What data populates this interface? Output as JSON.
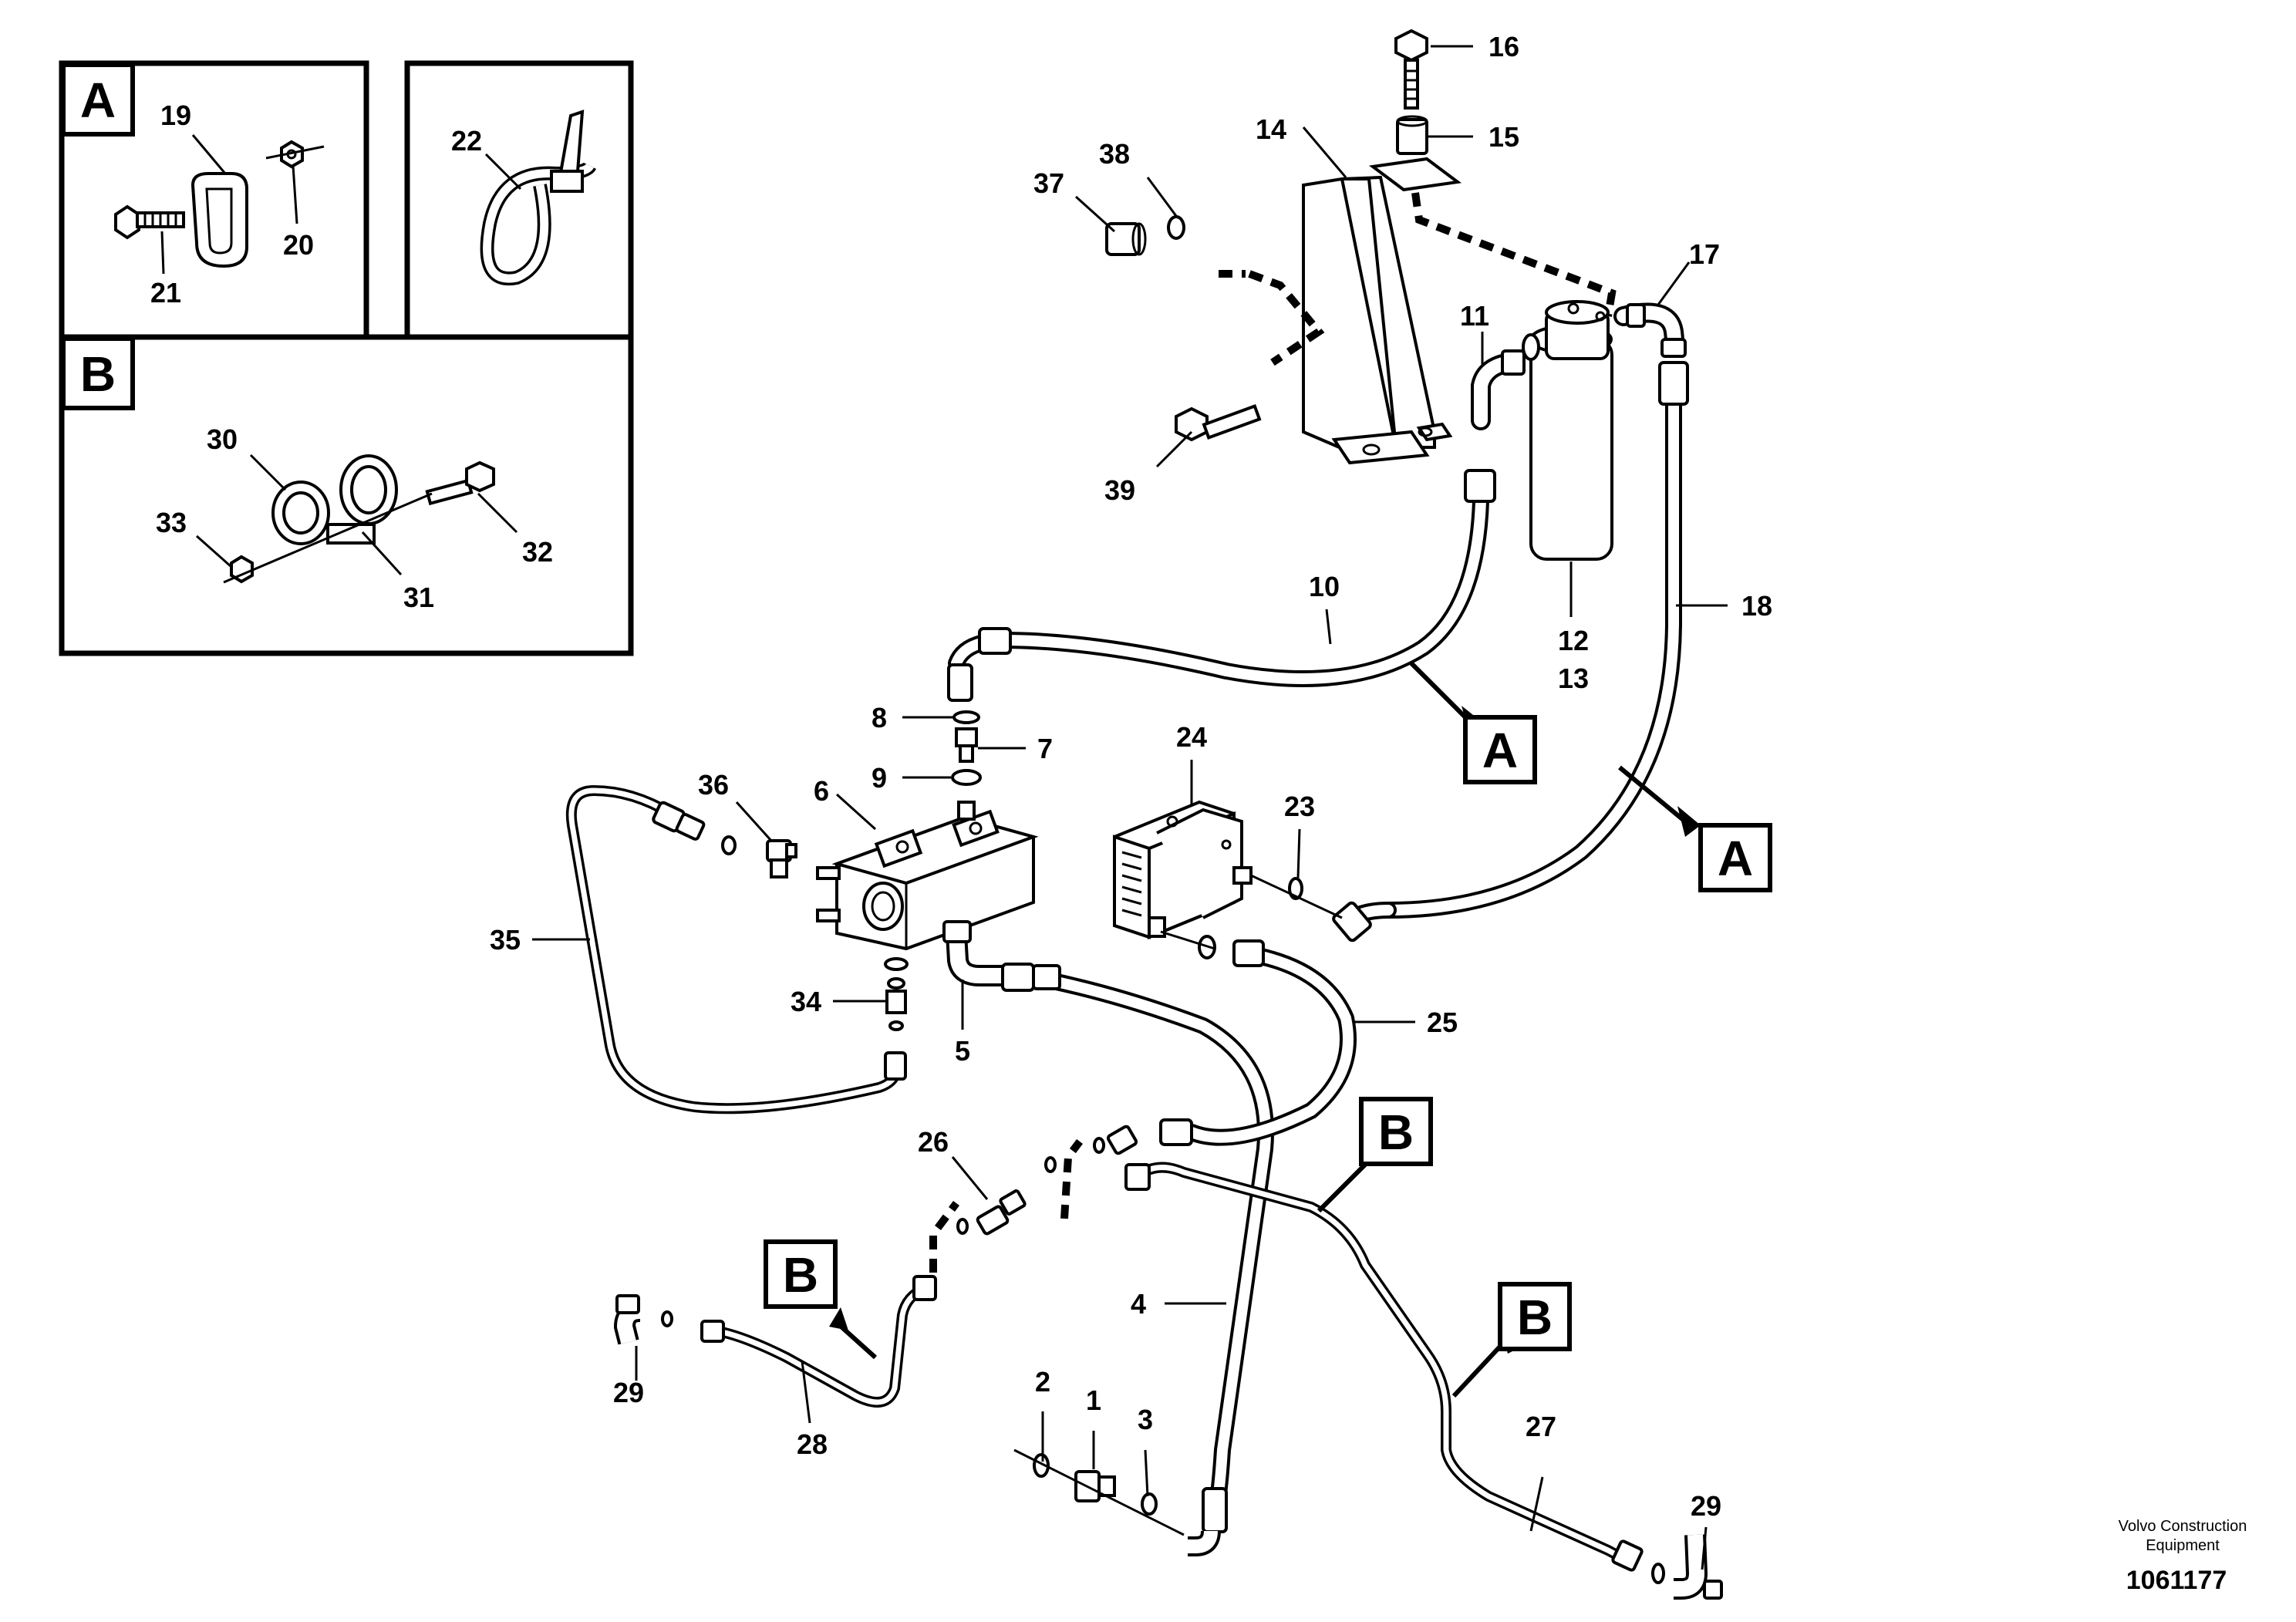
{
  "diagram": {
    "brand_line1": "Volvo Construction",
    "brand_line2": "Equipment",
    "doc_number": "1061177",
    "detail_boxes": {
      "a": "A",
      "b": "B"
    },
    "callout_letters": {
      "a": "A",
      "b": "B"
    },
    "part_labels": {
      "p1": "1",
      "p2": "2",
      "p3": "3",
      "p4": "4",
      "p5": "5",
      "p6": "6",
      "p7": "7",
      "p8": "8",
      "p9": "9",
      "p10": "10",
      "p11": "11",
      "p12": "12",
      "p13": "13",
      "p14": "14",
      "p15": "15",
      "p16": "16",
      "p17": "17",
      "p18": "18",
      "p19": "19",
      "p20": "20",
      "p21": "21",
      "p22": "22",
      "p23": "23",
      "p24": "24",
      "p25": "25",
      "p26": "26",
      "p27": "27",
      "p28": "28",
      "p29": "29",
      "p30": "30",
      "p31": "31",
      "p32": "32",
      "p33": "33",
      "p34": "34",
      "p35": "35",
      "p36": "36",
      "p37": "37",
      "p38": "38",
      "p39": "39"
    }
  }
}
